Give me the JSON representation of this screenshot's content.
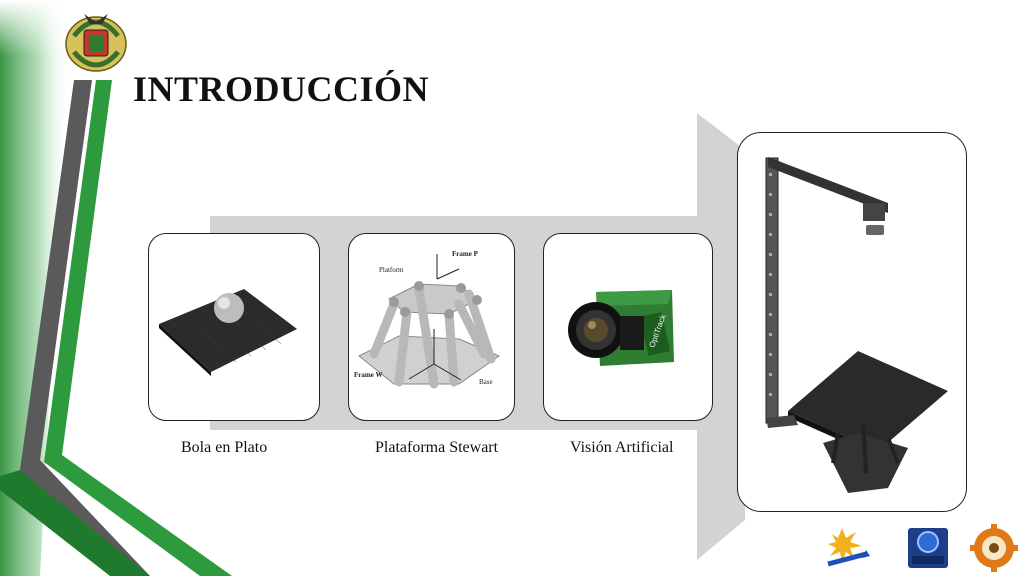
{
  "slide": {
    "title": "INTRODUCCIÓN"
  },
  "concepts": [
    {
      "caption": "Bola en Plato",
      "icon": "ball-on-plate-icon"
    },
    {
      "caption": "Plataforma Stewart",
      "icon": "stewart-platform-diagram-icon"
    },
    {
      "caption": "Visión Artificial",
      "icon": "camera-module-icon"
    }
  ],
  "diagram_labels": {
    "platform": "Platform",
    "frame_p": "Frame P",
    "frame_w": "Frame W",
    "base": "Base"
  },
  "camera_brand": "OptiTrack",
  "colors": {
    "green_dark": "#1f7a2e",
    "green_mid": "#2e9a3e",
    "green_light": "#a9d8a8",
    "gray_band": "#5a5a5a",
    "arrow_gray": "#d3d3d3"
  },
  "logos": [
    {
      "icon": "asme-logo-icon"
    },
    {
      "icon": "espe-mechatronics-logo-icon"
    },
    {
      "icon": "gear-seal-logo-icon"
    }
  ]
}
